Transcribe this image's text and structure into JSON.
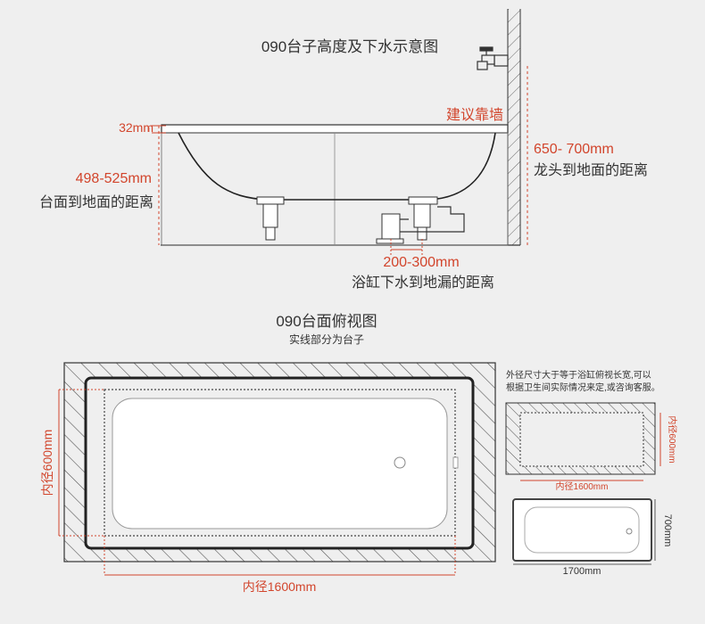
{
  "colors": {
    "accent": "#d2452c",
    "line": "#333333",
    "background": "#efefef"
  },
  "side_view": {
    "title": "090台子高度及下水示意图",
    "rim_height": "32mm",
    "rim_symbol": "I",
    "deck_range": "498-525mm",
    "deck_label": "台面到地面的距离",
    "wall_note": "建议靠墙",
    "faucet_range": "650- 700mm",
    "faucet_label": "龙头到地面的距离",
    "drain_range": "200-300mm",
    "drain_label": "浴缸下水到地漏的距离"
  },
  "top_view": {
    "title": "090台面俯视图",
    "subtitle": "实线部分为台子",
    "inner_width": "内径600mm",
    "inner_length": "内径1600mm"
  },
  "side_note": {
    "line1": "外径尺寸大于等于浴缸俯视长宽,可以",
    "line2": "根据卫生间实际情况来定,或咨询客服。"
  },
  "small_deck": {
    "inner_width": "内径600mm",
    "inner_length": "内径1600mm"
  },
  "small_tub": {
    "width": "700mm",
    "length": "1700mm"
  }
}
